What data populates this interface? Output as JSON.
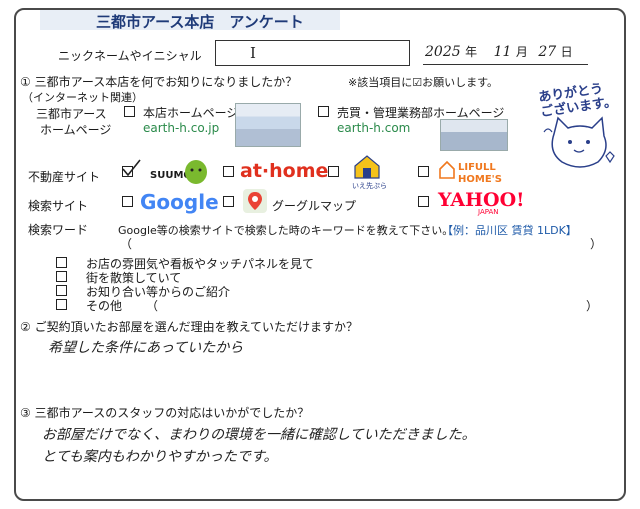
{
  "title": "三都市アース本店　アンケート",
  "nickname_label": "ニックネームやイニシャル",
  "nickname_value": "I",
  "date": {
    "year": "2025",
    "year_unit": "年",
    "month": "11",
    "month_unit": "月",
    "day": "27",
    "day_unit": "日"
  },
  "thanks": {
    "line1": "ありがとう",
    "line2": "ございます。"
  },
  "q1": {
    "text": "① 三都市アース本店を何でお知りになりましたか？",
    "note": "※該当項目に☑お願いします。",
    "internet_label": "（インターネット関連）",
    "homepage_label_1": "三都市アース",
    "homepage_label_2": "ホームページ",
    "main_hp_label": "本店ホームページ",
    "main_hp_url": "earth-h.co.jp",
    "sales_hp_label": "売買・管理業務部ホームページ",
    "sales_hp_url": "earth-h.com",
    "realestate_label": "不動産サイト",
    "suumo": "SUUMO",
    "athome": "at·home",
    "ietaku": "いえ先ぷら",
    "lifull": "LIFULL HOME'S",
    "search_site_label": "検索サイト",
    "google": "Google",
    "google_map": "グーグルマップ",
    "yahoo": "YAHOO!",
    "yahoo_sub": "JAPAN",
    "search_word_label": "検索ワード",
    "search_word_text": "Google等の検索サイトで検索した時のキーワードを教えて下さい。",
    "search_word_example": "【例：品川区 賃貸 1LDK】",
    "paren_open": "（",
    "paren_close": "）",
    "other_options": [
      "お店の雰囲気や看板やタッチパネルを見て",
      "街を散策していて",
      "お知り合い等からのご紹介",
      "その他"
    ]
  },
  "q2": {
    "text": "② ご契約頂いたお部屋を選んだ理由を教えていただけますか？",
    "answer": "希望した条件にあっていたから"
  },
  "q3": {
    "text": "③ 三都市アースのスタッフの対応はいかがでしたか？",
    "answer_line1": "お部屋だけでなく、まわりの環境を一緒に確認していただきました。",
    "answer_line2": "とても案内もわかりやすかったです。"
  },
  "colors": {
    "title": "#1e3a78",
    "athome": "#e0301e",
    "lifull": "#f0781e",
    "yahoo": "#ff0033",
    "suumo": "#7ab92e",
    "example": "#1e5aa8"
  }
}
